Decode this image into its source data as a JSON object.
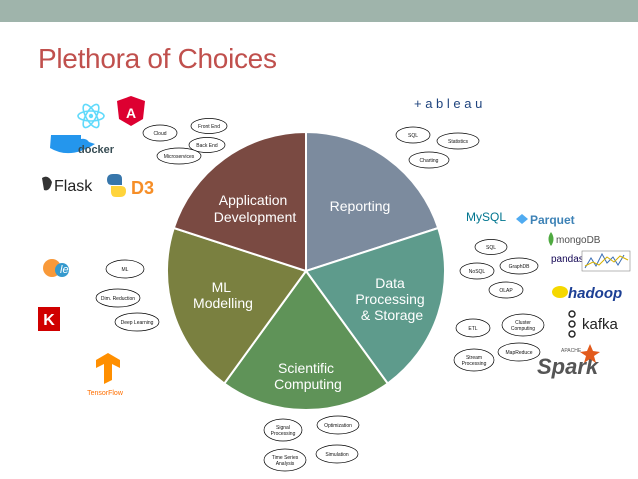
{
  "title": "Plethora of Choices",
  "colors": {
    "accent": "#c0504d",
    "topbar": "#9fb4ab",
    "reporting": "#7c8b9e",
    "data_processing": "#5e9b8c",
    "scientific": "#5f9358",
    "ml": "#7a8040",
    "app_dev": "#7a4a42"
  },
  "segments": {
    "app_dev": [
      "Application",
      "Development"
    ],
    "reporting": [
      "Reporting"
    ],
    "data_processing": [
      "Data",
      "Processing",
      "& Storage"
    ],
    "scientific": [
      "Scientific",
      "Computing"
    ],
    "ml": [
      "ML",
      "Modelling"
    ]
  },
  "bubbles": {
    "front_end": [
      "Front End"
    ],
    "back_end": [
      "Back End"
    ],
    "cloud": [
      "Cloud"
    ],
    "microservices": [
      "Microservices"
    ],
    "sql_top": [
      "SQL"
    ],
    "statistics": [
      "Statistics"
    ],
    "charting": [
      "Charting"
    ],
    "ml": [
      "ML"
    ],
    "dim_reduction": [
      "Dim. Reduction"
    ],
    "deep_learning": [
      "Deep Learning"
    ],
    "sql_right": [
      "SQL"
    ],
    "nosql": [
      "NoSQL"
    ],
    "graphdb": [
      "GraphDB"
    ],
    "olap": [
      "OLAP"
    ],
    "etl": [
      "ETL"
    ],
    "cluster_computing": [
      "Cluster",
      "Computing"
    ],
    "stream_processing": [
      "Stream",
      "Processing"
    ],
    "mapreduce": [
      "MapReduce"
    ],
    "signal_processing": [
      "Signal",
      "Processing"
    ],
    "optimization": [
      "Optimization"
    ],
    "time_series": [
      "Time Series",
      "Analysis"
    ],
    "simulation": [
      "Simulation"
    ]
  },
  "logos": {
    "docker": "docker",
    "flask": "Flask",
    "tableau": "+ a b l e a u",
    "mysql": "MySQL",
    "parquet": "Parquet",
    "mongodb": "mongoDB",
    "pandas": "pandas",
    "hadoop": "hadoop",
    "kafka": "kafka",
    "spark": "Spark",
    "apache": "APACHE",
    "sklearn": "learn",
    "keras": "K",
    "tensorflow": "TensorFlow",
    "d3": "D3",
    "angular": "A"
  }
}
